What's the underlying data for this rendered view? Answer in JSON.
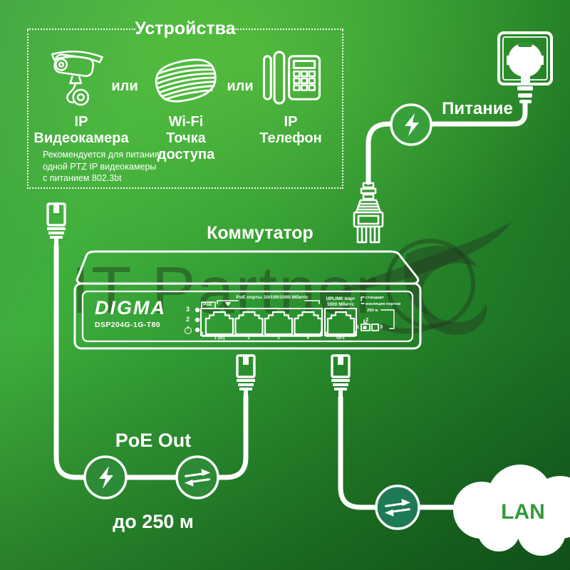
{
  "devices_box": {
    "title": "Устройства",
    "or_label": "или",
    "devices": [
      {
        "icon": "cctv-camera-icon",
        "line1": "IP",
        "line2": "Видеокамера"
      },
      {
        "icon": "wifi-access-point-icon",
        "line1": "Wi-Fi",
        "line2": "Точка доступа"
      },
      {
        "icon": "ip-phone-icon",
        "line1": "IP",
        "line2": "Телефон"
      }
    ],
    "note_lines": [
      "Рекомендуется для питания",
      "одной PTZ IP видеокамеры",
      "с питанием 802.3bt"
    ]
  },
  "power": {
    "label": "Питание"
  },
  "switch": {
    "title": "Коммутатор",
    "brand": "DIGMA",
    "model": "DSP204G-1G-T80",
    "led_labels": [
      "3",
      "2"
    ],
    "poe_label": "PoE",
    "poe_ports_group_label": "PoE порты 10/100/1000 Мбит/с",
    "poe_port_labels": [
      "1 (bt)",
      "2",
      "3",
      "4"
    ],
    "uplink_label_line1": "UPLINK порт",
    "uplink_label_line2": "1000 Мбит/с",
    "uplink_port_label": "UP1",
    "mode": {
      "line1": "стандарт",
      "line2": "изоляция портов",
      "line3": "250 м",
      "pos_top": "2",
      "pos_left": "1",
      "pos_right": "3"
    }
  },
  "poe_out": {
    "label": "PoE Out",
    "distance": "до 250 м"
  },
  "lan": {
    "label": "LAN"
  },
  "watermark": {
    "text": "IT Partner"
  },
  "colors": {
    "line_white": "#ffffff",
    "power_circle_fill": "#37a039",
    "poe_circle_fill": "#2d8a36",
    "lan_circle_fill": "#1e7a54",
    "lan_text_green": "#349a3c",
    "watermark_dark": "rgba(35,58,32,0.46)"
  }
}
